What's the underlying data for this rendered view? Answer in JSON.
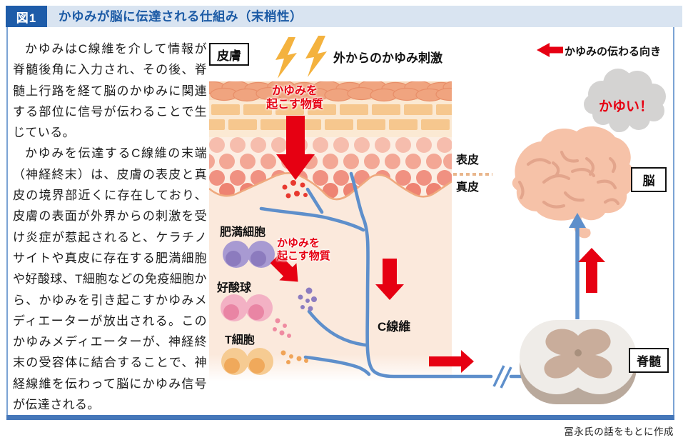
{
  "header": {
    "figure_label": "図1",
    "title": "かゆみが脳に伝達される仕組み（末梢性）"
  },
  "description": {
    "paragraph1": "かゆみはC線維を介して情報が脊髄後角に入力され、その後、脊髄上行路を経て脳のかゆみに関連する部位に信号が伝わることで生じている。",
    "paragraph2": "かゆみを伝達するC線維の末端（神経終末）は、皮膚の表皮と真皮の境界部近くに存在しており、皮膚の表面が外界からの刺激を受け炎症が惹起されると、ケラチノサイトや真皮に存在する肥満細胞や好酸球、T細胞などの免疫細胞から、かゆみを引き起こすかゆみメディエーターが放出される。このかゆみメディエーターが、神経終末の受容体に結合することで、神経線維を伝わって脳にかゆみ信号が伝達される。"
  },
  "legend": {
    "direction_label": "かゆみの伝わる向き"
  },
  "diagram": {
    "skin_label": "皮膚",
    "external_stimulus_label": "外からのかゆみ刺激",
    "itch_substance_top": "かゆみを\n起こす物質",
    "epidermis_label": "表皮",
    "dermis_label": "真皮",
    "mast_cell_label": "肥満細胞",
    "itch_substance_mid": "かゆみを\n起こす物質",
    "eosinophil_label": "好酸球",
    "t_cell_label": "T細胞",
    "c_fiber_label": "C線維",
    "itchy_bubble_text": "かゆい！",
    "brain_label": "脳",
    "spinal_cord_label": "脊髄"
  },
  "footer": {
    "credit": "冨永氏の話をもとに作成"
  },
  "colors": {
    "header_accent_blue": "#1e5ca9",
    "header_band_blue": "#d9e4f1",
    "signal_red": "#e60012",
    "nerve_blue": "#5e8fcb",
    "frame_blue": "#4577b9",
    "lightning_yellow": "#f4b23e",
    "epidermis_boundary_orange": "#efa97e"
  }
}
